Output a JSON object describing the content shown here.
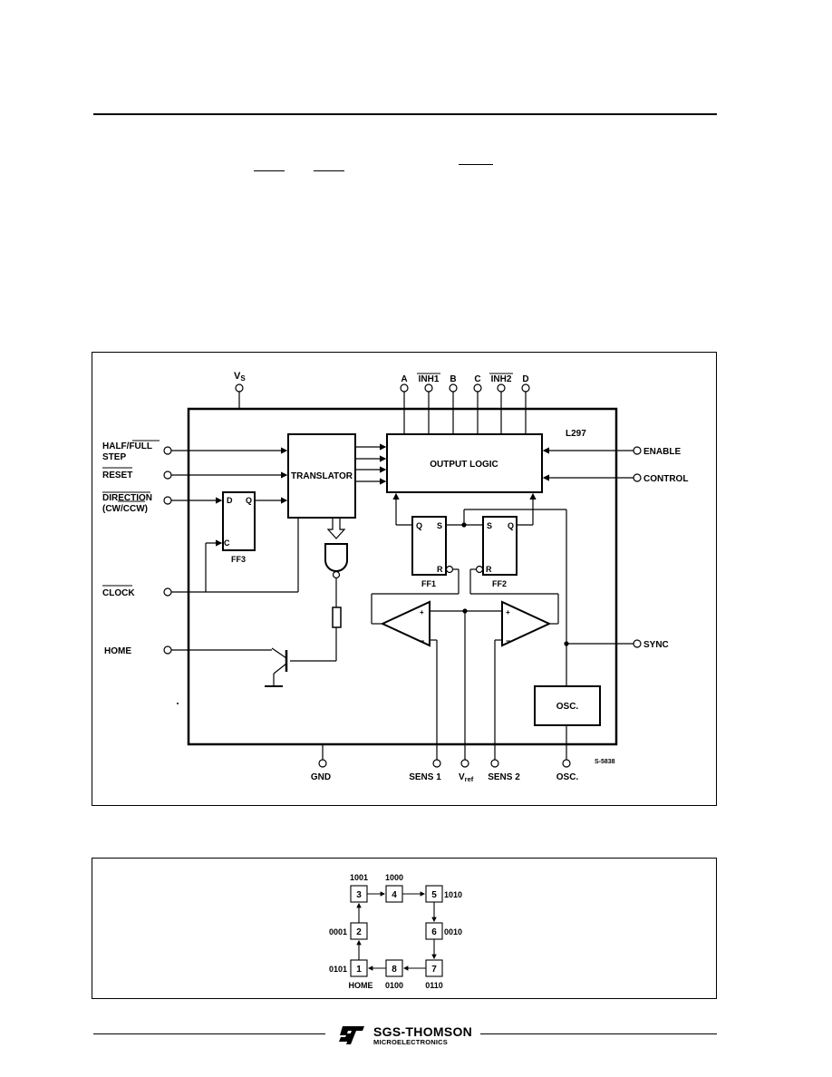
{
  "block_diagram": {
    "chip_label": "L297",
    "vs_pin": "V",
    "vs_sub": "S",
    "top_outputs": [
      "A",
      "INH1",
      "B",
      "C",
      "INH2",
      "D"
    ],
    "left_inputs": {
      "half_full_1": "HALF/FULL",
      "half_full_2": "STEP",
      "reset": "RESET",
      "direction_1": "DIRECTION",
      "direction_2": "(CW/CCW)",
      "clock": "CLOCK",
      "home": "HOME"
    },
    "right_pins": [
      "ENABLE",
      "CONTROL",
      "SYNC"
    ],
    "blocks": {
      "translator": "TRANSLATOR",
      "output_logic": "OUTPUT LOGIC",
      "osc": "OSC.",
      "ff1": "FF1",
      "ff2": "FF2",
      "ff3": "FF3"
    },
    "ff_pins": {
      "d": "D",
      "q": "Q",
      "c": "C",
      "s": "S",
      "r": "R"
    },
    "bottom_pins": {
      "gnd": "GND",
      "sens1": "SENS 1",
      "vref": "V",
      "vref_sub": "ref",
      "sens2": "SENS 2",
      "osc": "OSC."
    },
    "figure_code": "S-5838"
  },
  "state_diagram": {
    "states": [
      {
        "num": "1",
        "code": "0101",
        "extra": "HOME"
      },
      {
        "num": "2",
        "code": "0001"
      },
      {
        "num": "3",
        "code": "1001"
      },
      {
        "num": "4",
        "code": "1000"
      },
      {
        "num": "5",
        "code": "1010"
      },
      {
        "num": "6",
        "code": "0010"
      },
      {
        "num": "7",
        "code": "0110"
      },
      {
        "num": "8",
        "code": "0100"
      }
    ]
  },
  "footer": {
    "brand": "SGS-THOMSON",
    "sub": "MICROELECTRONICS"
  }
}
